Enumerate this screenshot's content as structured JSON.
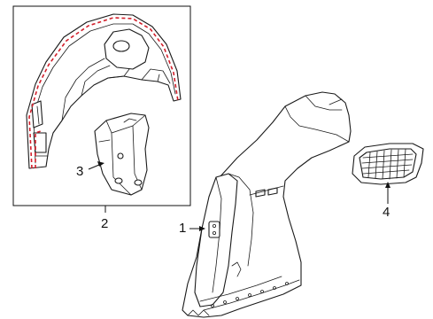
{
  "callouts": {
    "c1": "1",
    "c2": "2",
    "c3": "3",
    "c4": "4"
  },
  "colors": {
    "line": "#1a1a1a",
    "seal": "#d21f2b",
    "background": "#ffffff"
  }
}
